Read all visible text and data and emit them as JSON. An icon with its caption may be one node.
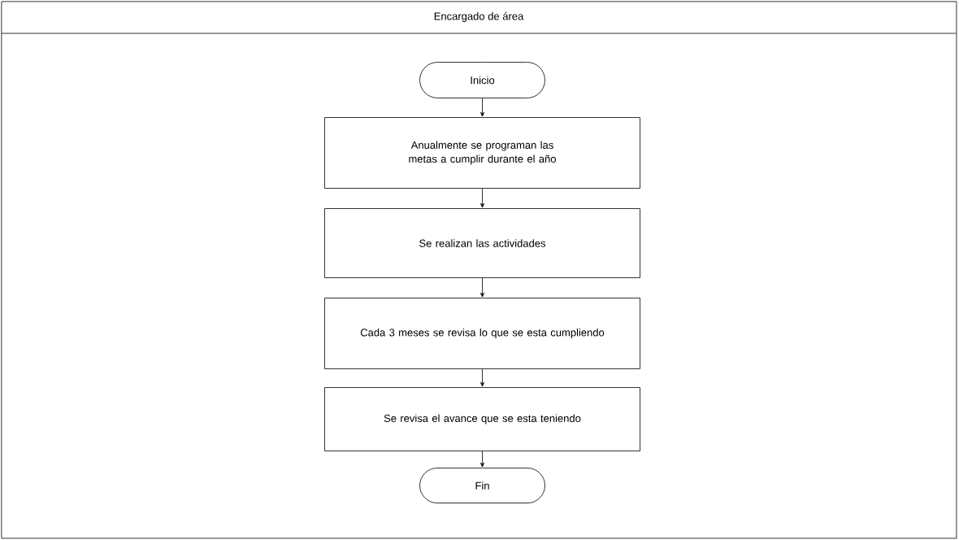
{
  "diagram": {
    "nodes": [
      {
        "text": [
          "Encargado de área"
        ]
      },
      {
        "text": [
          "Inicio"
        ],
        "in": 0
      },
      {
        "text": [
          "Anualmente se programan las metas a cumplir durante el año"
        ],
        "in": 0
      },
      {
        "text": [
          "Se realizan las actividades"
        ],
        "in": 0
      },
      {
        "text": [
          "Cada 3 meses se revisa lo que se esta cumpliendo"
        ],
        "in": 0
      },
      {
        "text": [
          "Se revisa el avance que se esta teniendo"
        ],
        "in": 0
      },
      {
        "text": [
          "Fin"
        ],
        "in": 0
      }
    ],
    "edges": [
      {
        "from": 1,
        "to": 2,
        "arrow": "to"
      },
      {
        "from": 2,
        "to": 3,
        "arrow": "to"
      },
      {
        "from": 3,
        "to": 4,
        "arrow": "to"
      },
      {
        "from": 4,
        "to": 5,
        "arrow": "to"
      },
      {
        "from": 5,
        "to": 6,
        "arrow": "to"
      }
    ]
  }
}
